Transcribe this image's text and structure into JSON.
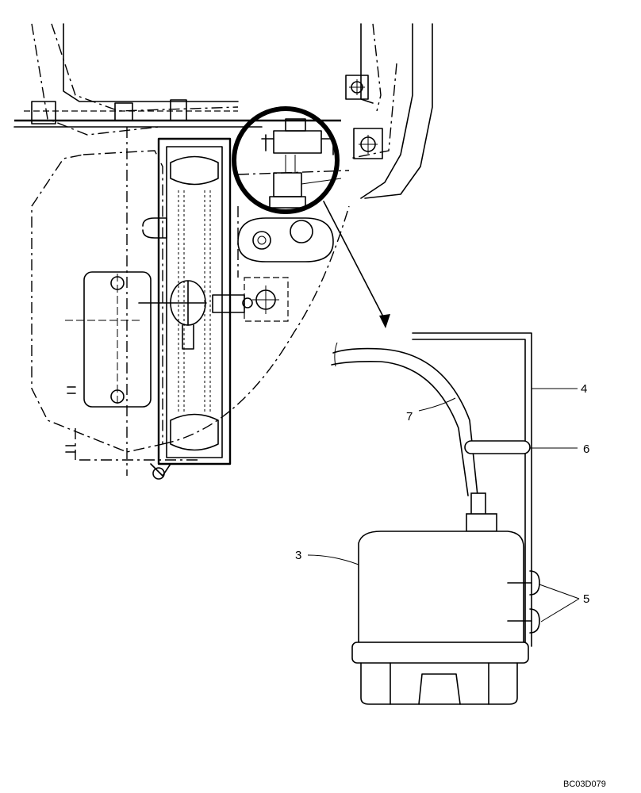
{
  "callouts": {
    "c3": "3",
    "c4": "4",
    "c5": "5",
    "c6": "6",
    "c7": "7"
  },
  "drawing_code": "BC03D079"
}
